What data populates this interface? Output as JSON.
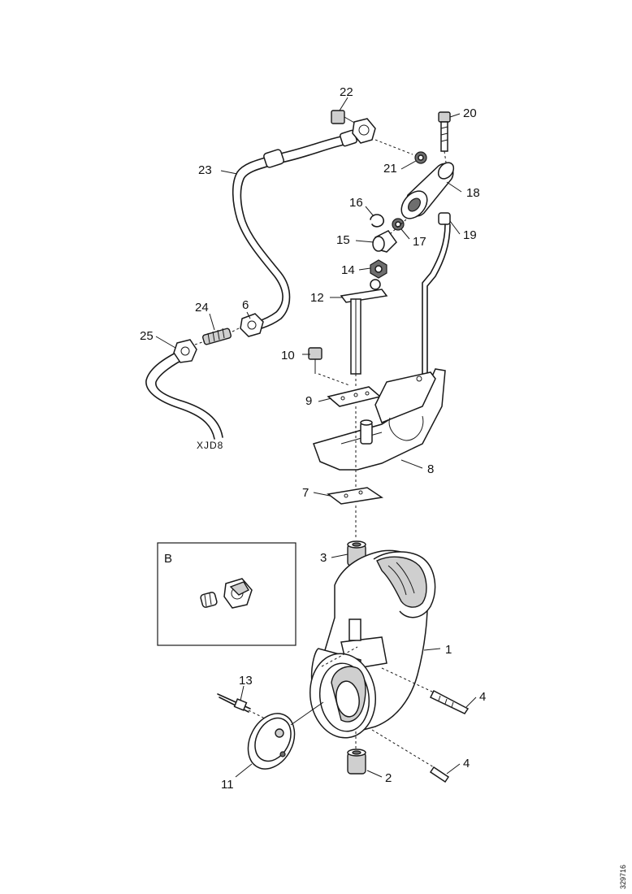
{
  "labels": {
    "p1": "1",
    "p2": "2",
    "p3": "3",
    "p4a": "4",
    "p4b": "4",
    "p6": "6",
    "p7": "7",
    "p8": "8",
    "p9": "9",
    "p10": "10",
    "p11": "11",
    "p12": "12",
    "p13": "13",
    "p14": "14",
    "p15": "15",
    "p16": "16",
    "p17": "17",
    "p18": "18",
    "p19": "19",
    "p20": "20",
    "p21": "21",
    "p22": "22",
    "p23": "23",
    "p24": "24",
    "p25": "25"
  },
  "inset_label": "B",
  "hose_label": "XJD8",
  "figure_code": "329716"
}
